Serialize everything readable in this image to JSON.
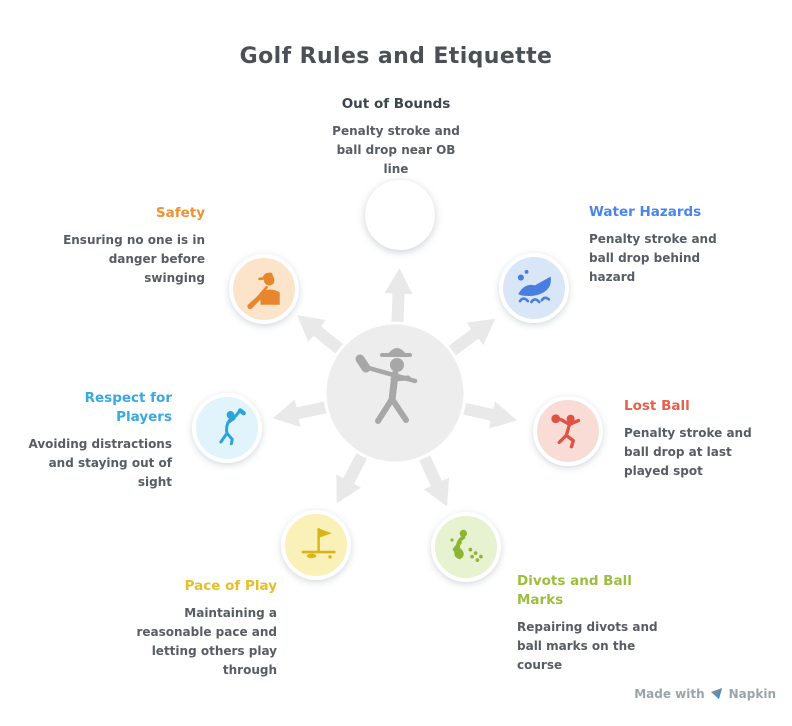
{
  "title": "Golf Rules and Etiquette",
  "center": {
    "icon": "golfer-swing-icon",
    "hub_color": "#ededed",
    "arrow_color": "#e9e9e9",
    "figure_color": "#a7a7a7"
  },
  "nodes": [
    {
      "id": "out-of-bounds",
      "label": "Out of Bounds",
      "description": "Penalty stroke and ball drop near OB line",
      "heading_color": "#3a454e",
      "circle_fill": "#ffffff",
      "icon_color": "#ffffff",
      "icon": "blank-icon"
    },
    {
      "id": "water-hazards",
      "label": "Water Hazards",
      "description": "Penalty stroke and ball drop behind hazard",
      "heading_color": "#4a86e8",
      "circle_fill": "#d9e6f8",
      "icon_color": "#4a7de0",
      "icon": "water-splash-icon"
    },
    {
      "id": "lost-ball",
      "label": "Lost Ball",
      "description": "Penalty stroke and ball drop at last played spot",
      "heading_color": "#e8604c",
      "circle_fill": "#fadcd6",
      "icon_color": "#e05243",
      "icon": "person-reaching-ball-icon"
    },
    {
      "id": "divots-and-ball-marks",
      "label": "Divots and Ball Marks",
      "description": "Repairing divots and ball marks on the course",
      "heading_color": "#9cbe3d",
      "circle_fill": "#e6f2d0",
      "icon_color": "#8db433",
      "icon": "repairing-divots-icon"
    },
    {
      "id": "pace-of-play",
      "label": "Pace of Play",
      "description": "Maintaining a reasonable pace and letting others play through",
      "heading_color": "#e5bf25",
      "circle_fill": "#faf1b8",
      "icon_color": "#d9b618",
      "icon": "golf-flag-icon"
    },
    {
      "id": "respect-for-players",
      "label": "Respect for Players",
      "description": "Avoiding distractions and staying out of sight",
      "heading_color": "#38a9e0",
      "circle_fill": "#e1f3fb",
      "icon_color": "#2da3dc",
      "icon": "golfer-backswing-icon"
    },
    {
      "id": "safety",
      "label": "Safety",
      "description": "Ensuring no one is in danger before swinging",
      "heading_color": "#f09132",
      "circle_fill": "#fbe4ca",
      "icon_color": "#e8862d",
      "icon": "capped-golfer-icon"
    }
  ],
  "watermark": {
    "prefix": "Made with",
    "brand": "Napkin"
  }
}
